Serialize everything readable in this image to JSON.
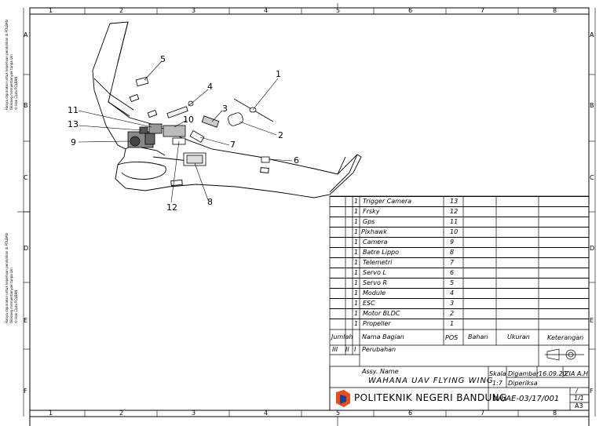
{
  "zones": {
    "numbers": [
      "1",
      "2",
      "3",
      "4",
      "5",
      "6",
      "7",
      "8"
    ],
    "letters": [
      "A",
      "B",
      "C",
      "D",
      "E",
      "F"
    ]
  },
  "side_notes": [
    "Hanya digunakan untuk keperluan pendidikan di POLBAN",
    "Dilarang memperbanyak tanpa izin",
    "© Hak Cipta POLBAN"
  ],
  "callouts": [
    "1",
    "2",
    "3",
    "4",
    "5",
    "6",
    "7",
    "8",
    "9",
    "10",
    "11",
    "12",
    "13"
  ],
  "bom": {
    "rows": [
      {
        "qty": "1",
        "name": "Trigger Camera",
        "pos": "13"
      },
      {
        "qty": "1",
        "name": "Frsky",
        "pos": "12"
      },
      {
        "qty": "1",
        "name": "Gps",
        "pos": "11"
      },
      {
        "qty": "1",
        "name": "Pixhawk",
        "pos": "10"
      },
      {
        "qty": "1",
        "name": "Camera",
        "pos": "9"
      },
      {
        "qty": "1",
        "name": "Batre Lippo",
        "pos": "8"
      },
      {
        "qty": "1",
        "name": "Telemetri",
        "pos": "7"
      },
      {
        "qty": "1",
        "name": "Servo L",
        "pos": "6"
      },
      {
        "qty": "1",
        "name": "Servo R",
        "pos": "5"
      },
      {
        "qty": "1",
        "name": "Module",
        "pos": "4"
      },
      {
        "qty": "1",
        "name": "ESC",
        "pos": "3"
      },
      {
        "qty": "1",
        "name": "Motor BLDC",
        "pos": "2"
      },
      {
        "qty": "1",
        "name": "Propeller",
        "pos": "1"
      }
    ],
    "headers": {
      "jumlah": "Jumlah",
      "nama": "Nama Bagian",
      "pos": "POS",
      "bahan": "Bahan",
      "ukuran": "Ukuran",
      "keterangan": "Keterangan"
    }
  },
  "revision": {
    "marks": [
      "III",
      "II",
      "I"
    ],
    "label": "Perubahan"
  },
  "title_block": {
    "assy_label": "Assy. Name",
    "assy_name": "WAHANA UAV FLYING WING",
    "skala_label": "Skala",
    "skala_value": "1:7",
    "digambar_label": "Digambar",
    "digambar_date": "16.09.20",
    "digambar_name": "ZIA A.H",
    "diperiksa_label": "Diperiksa",
    "institution": "POLITEKNIK NEGERI BANDUNG",
    "drawing_no": "WI/AE-03/17/001",
    "sheet_top": "/",
    "sheet_num": "1/1",
    "paper": "A3"
  }
}
